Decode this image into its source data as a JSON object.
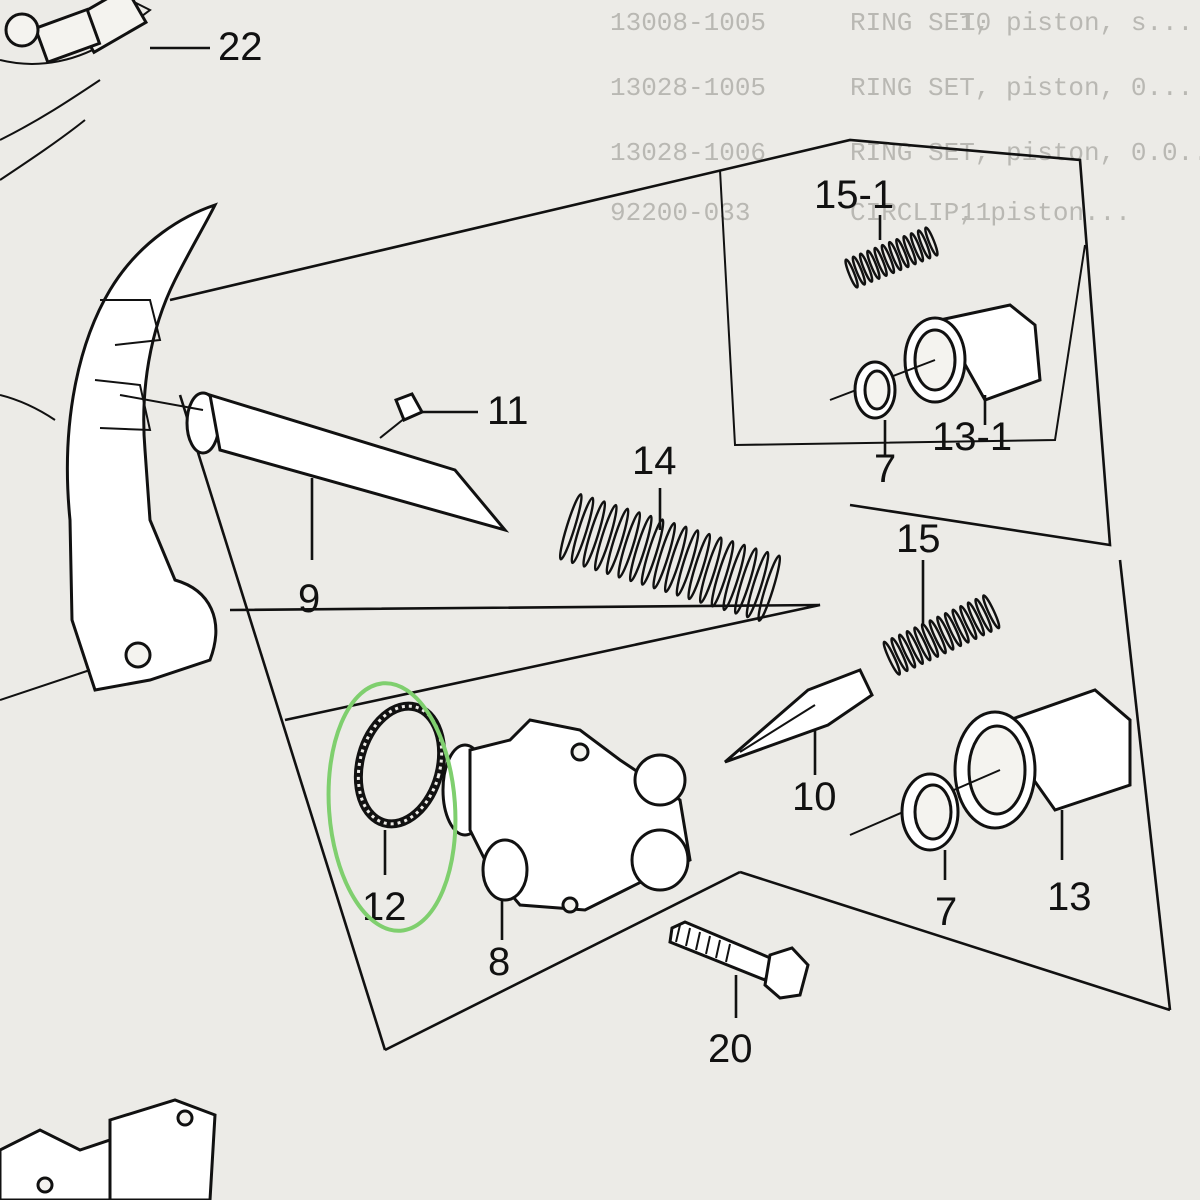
{
  "diagram": {
    "part_labels": {
      "p22": "22",
      "p11": "11",
      "p9": "9",
      "p14": "14",
      "p15_1": "15-1",
      "p13_1": "13-1",
      "p7_top": "7",
      "p15": "15",
      "p10": "10",
      "p7_bottom": "7",
      "p13": "13",
      "p12": "12",
      "p8": "8",
      "p20": "20"
    },
    "highlight": {
      "part": "12",
      "color": "#7fcf6e"
    },
    "background_table": {
      "rows": [
        {
          "num": "10",
          "code": "13008-1005",
          "desc": "RING SET, piston, s..."
        },
        {
          "num": "",
          "code": "13028-1005",
          "desc": "RING SET, piston, 0..."
        },
        {
          "num": "",
          "code": "13028-1006",
          "desc": "RING SET, piston, 0.0..."
        },
        {
          "num": "11",
          "code": "92200-033",
          "desc": "CIRCLIP, piston..."
        }
      ]
    }
  }
}
